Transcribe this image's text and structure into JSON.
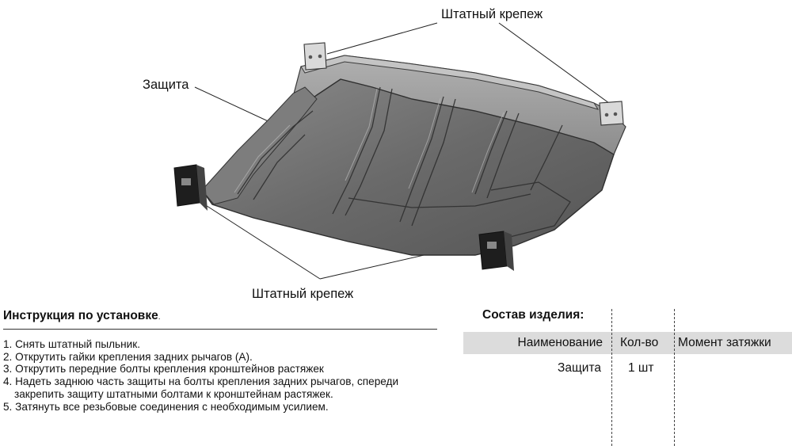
{
  "callouts": {
    "top_fastener": "Штатный крепеж",
    "guard": "Защита",
    "bottom_fastener": "Штатный крепеж"
  },
  "instructions": {
    "title": "Инструкция по установке",
    "title_suffix": ".",
    "steps": [
      "1. Снять штатный пыльник.",
      "2. Открутить гайки крепления задних рычагов (А).",
      "3. Открутить передние болты крепления кронштейнов растяжек",
      "4. Надеть заднюю часть защиты на болты крепления задних рычагов, спереди закрепить защиту штатными болтами к кронштейнам растяжек.",
      "5. Затянуть все резьбовые соединения с необходимым усилием."
    ]
  },
  "composition": {
    "title": "Состав изделия:",
    "headers": {
      "name": "Наименование",
      "qty": "Кол-во",
      "torque": "Момент затяжки"
    },
    "rows": [
      {
        "name": "Защита",
        "qty": "1 шт",
        "torque": ""
      }
    ]
  },
  "colors": {
    "plate": "#6e6e6e",
    "plate_light": "#9a9a9a",
    "plate_dark": "#4a4a4a",
    "header_bg": "#dcdcdc"
  }
}
